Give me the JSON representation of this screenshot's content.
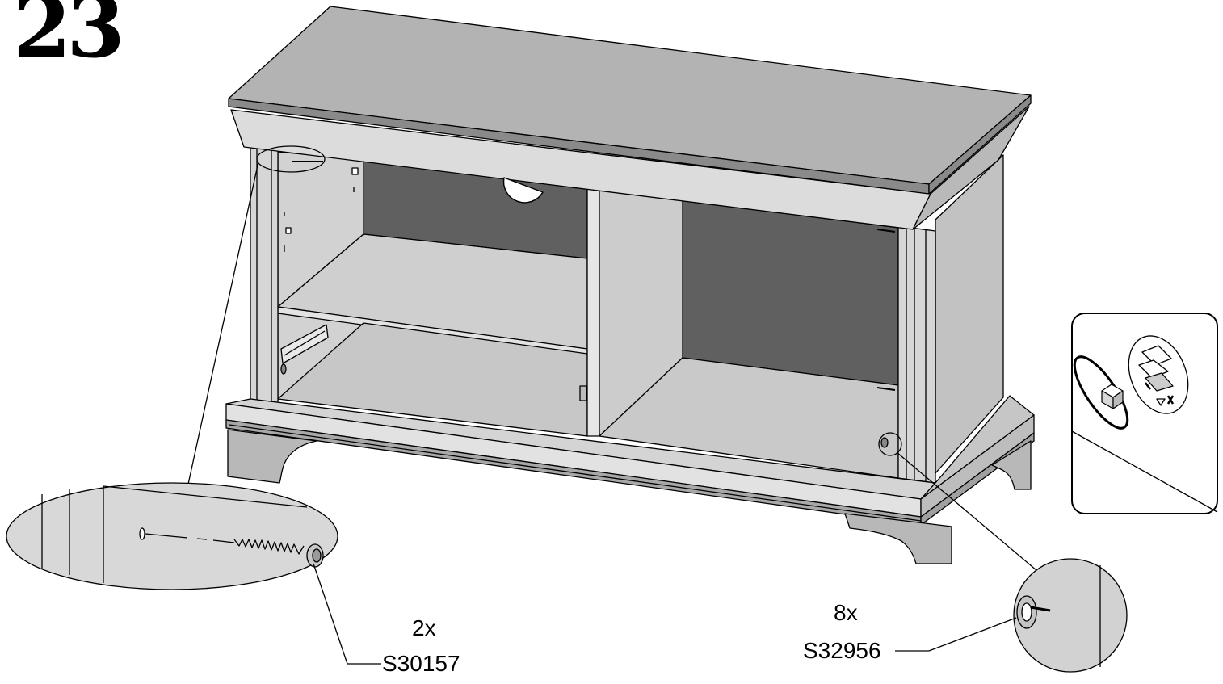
{
  "step": {
    "number": "23"
  },
  "callouts": {
    "screw": {
      "quantity": "2x",
      "part_code": "S30157"
    },
    "cam_lock": {
      "quantity": "8x",
      "part_code": "S32956"
    }
  },
  "colors": {
    "outline": "#000000",
    "panel_light": "#d9d9d9",
    "panel_mid": "#bdbdbd",
    "panel_dark": "#a8a8a8",
    "back_panel": "#606060",
    "top": "#b3b3b3",
    "top_edge": "#8a8a8a"
  }
}
